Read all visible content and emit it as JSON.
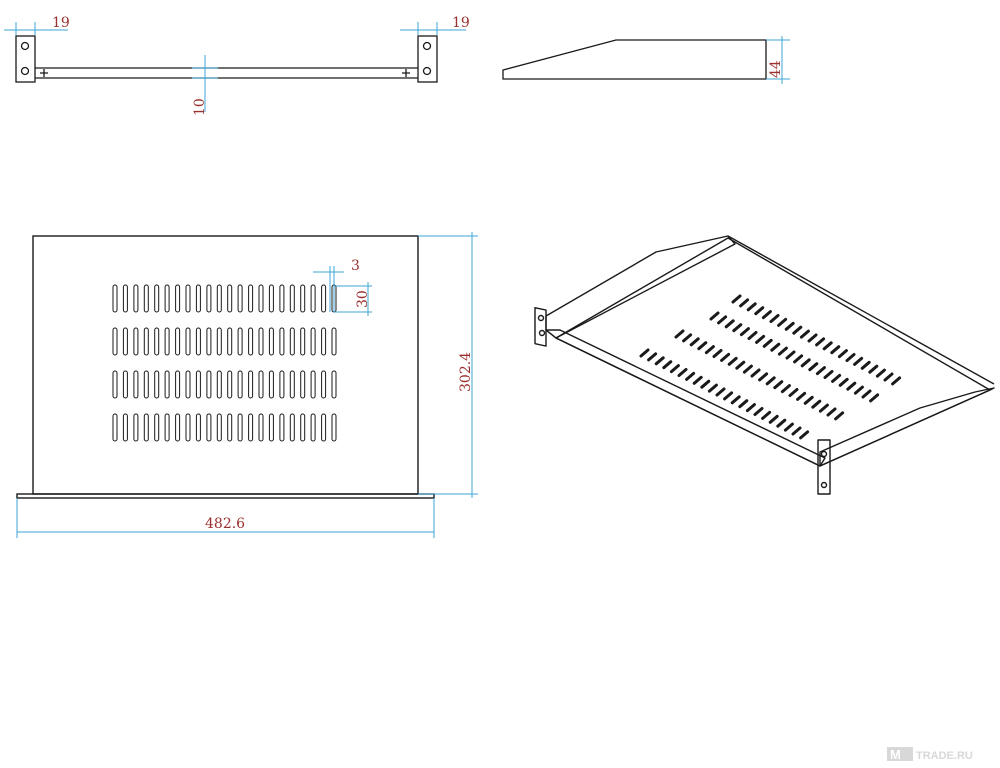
{
  "dimensions": {
    "front_left_ear": "19",
    "front_right_ear": "19",
    "front_gap": "10",
    "side_height": "44",
    "slot_width": "3",
    "slot_length": "30",
    "depth": "302.4",
    "width": "482.6"
  },
  "slots": {
    "rows": 4,
    "per_row": 22
  },
  "iso_slots": {
    "rows": 4,
    "per_row": 22
  },
  "watermark": {
    "prefix": "M",
    "suffix": "TRADE.RU",
    "color": "#d8d8d8"
  },
  "colors": {
    "line": "#1a1a1a",
    "dimension_line": "#3ea6d6",
    "dimension_text": "#9b2f2f"
  }
}
